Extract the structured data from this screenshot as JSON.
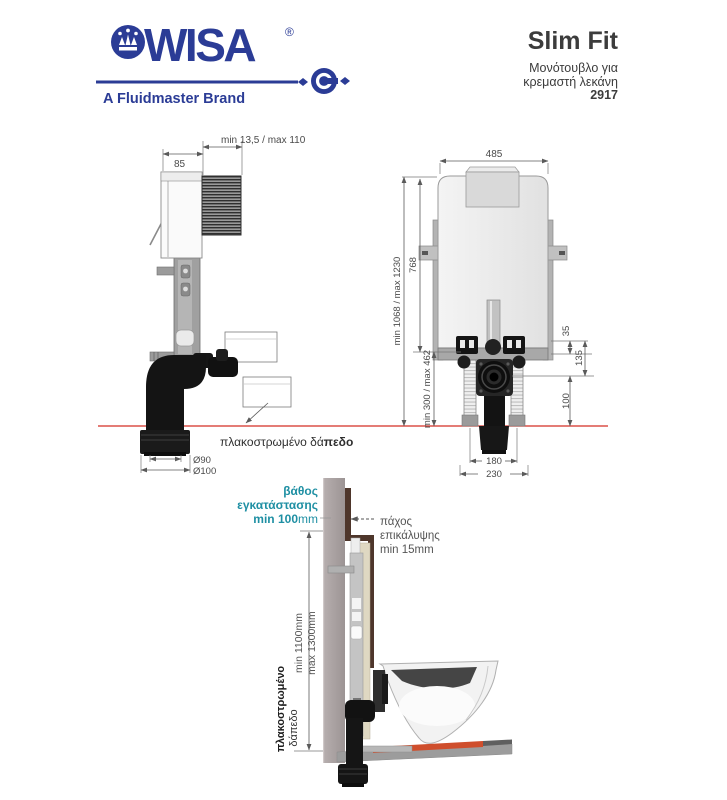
{
  "header": {
    "brand_name": "WISA",
    "registered_mark": "®",
    "tagline": "A Fluidmaster Brand",
    "brand_color": "#2b3c96"
  },
  "title_block": {
    "product_title": "Slim Fit",
    "subtitle_line1": "Μονότουβλο για",
    "subtitle_line2": "κρεμαστή λεκάνη",
    "product_code": "2917"
  },
  "side_view": {
    "dim_wall_gap": "min 13,5 / max 110",
    "dim_depth": "85",
    "dim_drain_inner": "Ø90",
    "dim_drain_outer": "Ø100",
    "floor_label_part1": "πλακοστρωμένο δά",
    "floor_label_part2": "πεδο"
  },
  "front_view": {
    "dim_width": "485",
    "dim_total_height": "min 1068 / max 1230",
    "dim_tank_height": "768",
    "dim_outlet_height_range": "min 300 / max 462",
    "dim_35": "35",
    "dim_135": "135",
    "dim_100": "100",
    "dim_180": "180",
    "dim_230": "230"
  },
  "install_view": {
    "depth_label_line1": "βάθος",
    "depth_label_line2": "εγκατάστασης",
    "depth_label_value": "min 100",
    "depth_label_unit": "mm",
    "cover_label_line1": "πάχος",
    "cover_label_line2": "επικάλυψης",
    "cover_label_line3": "min 15mm",
    "height_min_label": "min 1100mm",
    "height_max_label": "max 1300mm",
    "floor_label_line1": "πλακοστρωμένο",
    "floor_label_line2": "δάπεδο",
    "accent_teal": "#1e8fa3",
    "floor_line_red": "#d42e24",
    "highlight_orange": "#cf4e2c"
  }
}
